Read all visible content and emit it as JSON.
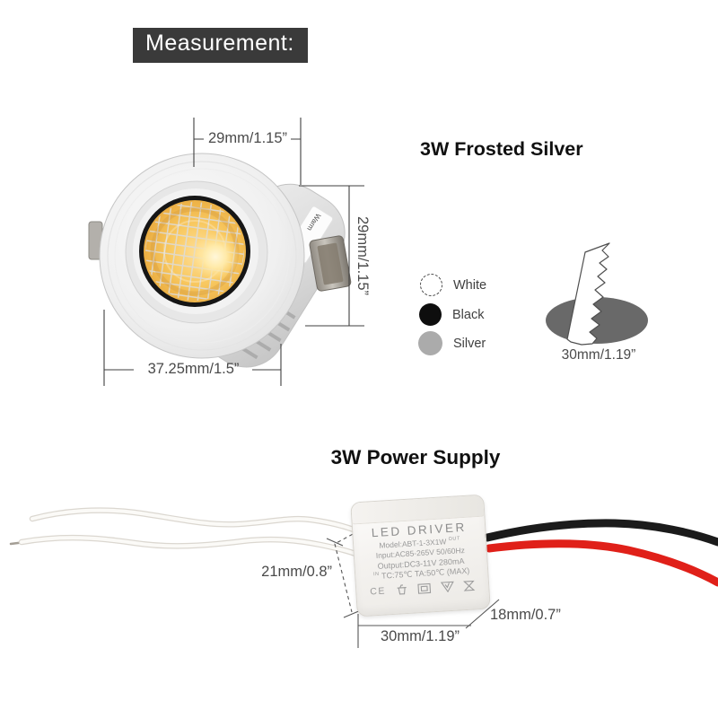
{
  "header": {
    "title": "Measurement:"
  },
  "downlight": {
    "heading": "3W Frosted Silver",
    "body_label": "Warm",
    "dim_top": "29mm/1.15”",
    "dim_right": "29mm/1.15”",
    "dim_bottom": "37.25mm/1.5”"
  },
  "finishes": [
    {
      "name": "White",
      "hex": "#ffffff"
    },
    {
      "name": "Black",
      "hex": "#0e0e0e"
    },
    {
      "name": "Silver",
      "hex": "#ababab"
    }
  ],
  "cutout": {
    "label": "30mm/1.19”",
    "hole_color": "#696969"
  },
  "power_supply": {
    "heading": "3W Power Supply",
    "driver": {
      "name": "LED DRIVER",
      "model": "Model:ABT-1-3X1W",
      "out_label": "OUT",
      "input": "Input:AC85-265V 50/60Hz",
      "output": "Output:DC3-11V 280mA",
      "in_label": "IN",
      "temperature": "TC:75℃ TA:50℃ (MAX)",
      "ce_label": "CE"
    },
    "dim_height": "21mm/0.8”",
    "dim_width": "30mm/1.19”",
    "dim_depth": "18mm/0.7”",
    "wires": {
      "input": "#f7f5f1",
      "positive": "#e02019",
      "negative": "#1b1b1b"
    }
  }
}
